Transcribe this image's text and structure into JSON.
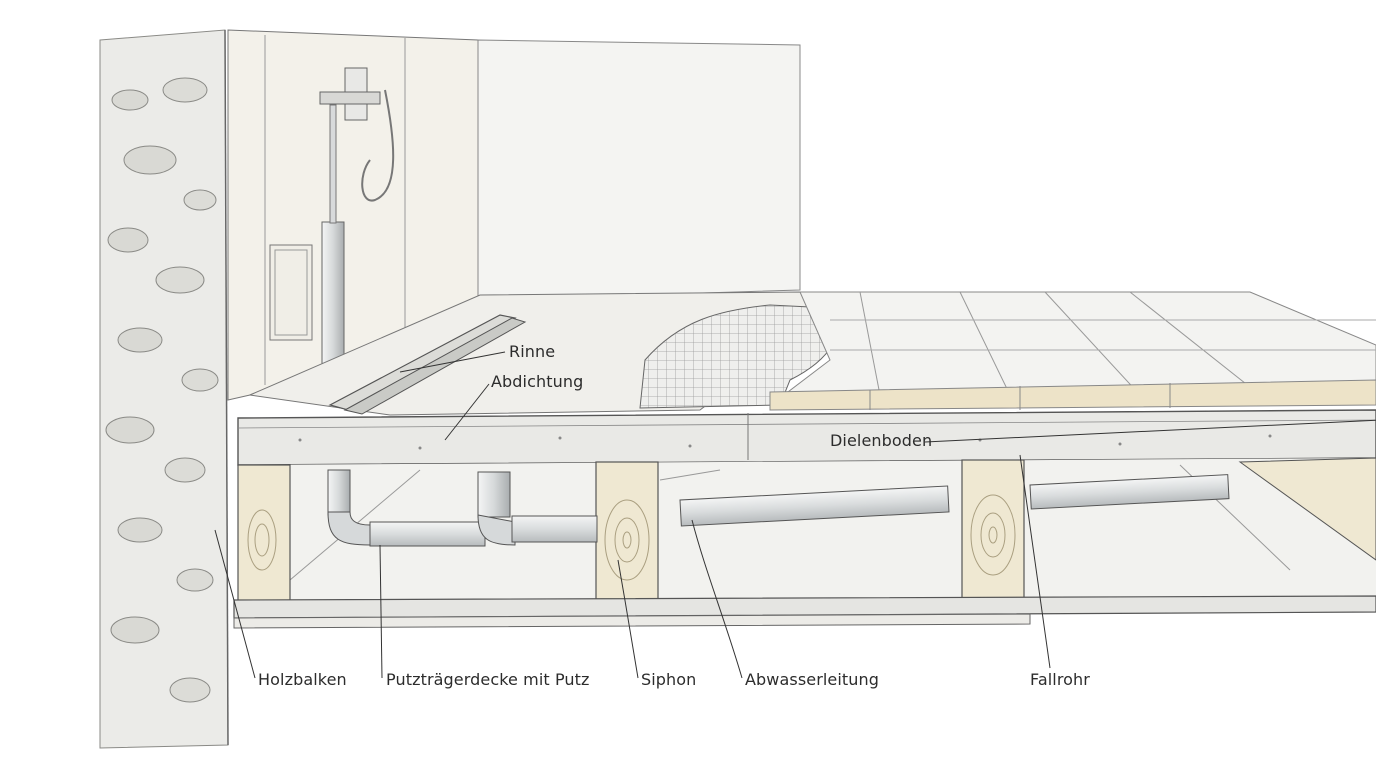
{
  "labels": {
    "rinne": "Rinne",
    "abdichtung": "Abdichtung",
    "dielenboden": "Dielenboden",
    "holzbalken": "Holzbalken",
    "putztraegerdecke": "Putzträgerdecke mit Putz",
    "siphon": "Siphon",
    "abwasserleitung": "Abwasserleitung",
    "fallrohr": "Fallrohr"
  },
  "colors": {
    "wall": "#f1f1ef",
    "stone": "#e4e4e0",
    "wood": "#efe8d2",
    "concrete": "#e9e9e6",
    "pipe": "#dcdfe0",
    "tile": "#f3f3f1",
    "line": "#555555"
  }
}
